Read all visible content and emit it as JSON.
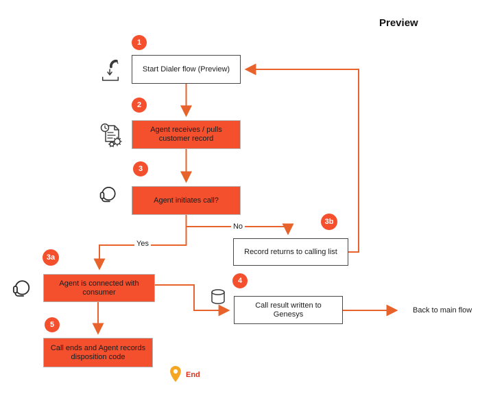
{
  "title": "Preview",
  "colors": {
    "node_orange": "#F4502E",
    "badge_orange": "#F4502E",
    "connector_orange": "#E8622C",
    "white_node_border": "#474747",
    "orange_node_border": "#b5b5b5",
    "pin_amber": "#F5A623",
    "end_text_red": "#E0301E"
  },
  "badges": {
    "b1": "1",
    "b2": "2",
    "b3": "3",
    "b3a": "3a",
    "b3b": "3b",
    "b4": "4",
    "b5": "5"
  },
  "nodes": {
    "start": "Start Dialer flow (Preview)",
    "receives": "Agent receives / pulls customer record",
    "initiates": "Agent initiates call?",
    "record_returns": "Record returns to calling list",
    "connected": "Agent is connected with consumer",
    "genesys": "Call result written to Genesys",
    "call_ends": "Call ends and Agent records disposition code"
  },
  "labels": {
    "yes": "Yes",
    "no": "No",
    "back_to_main": "Back to main flow",
    "end": "End"
  },
  "icons": [
    "dialer-start-icon",
    "record-process-icon",
    "headset-icon",
    "headset-icon-large",
    "database-icon",
    "end-pin-icon"
  ]
}
